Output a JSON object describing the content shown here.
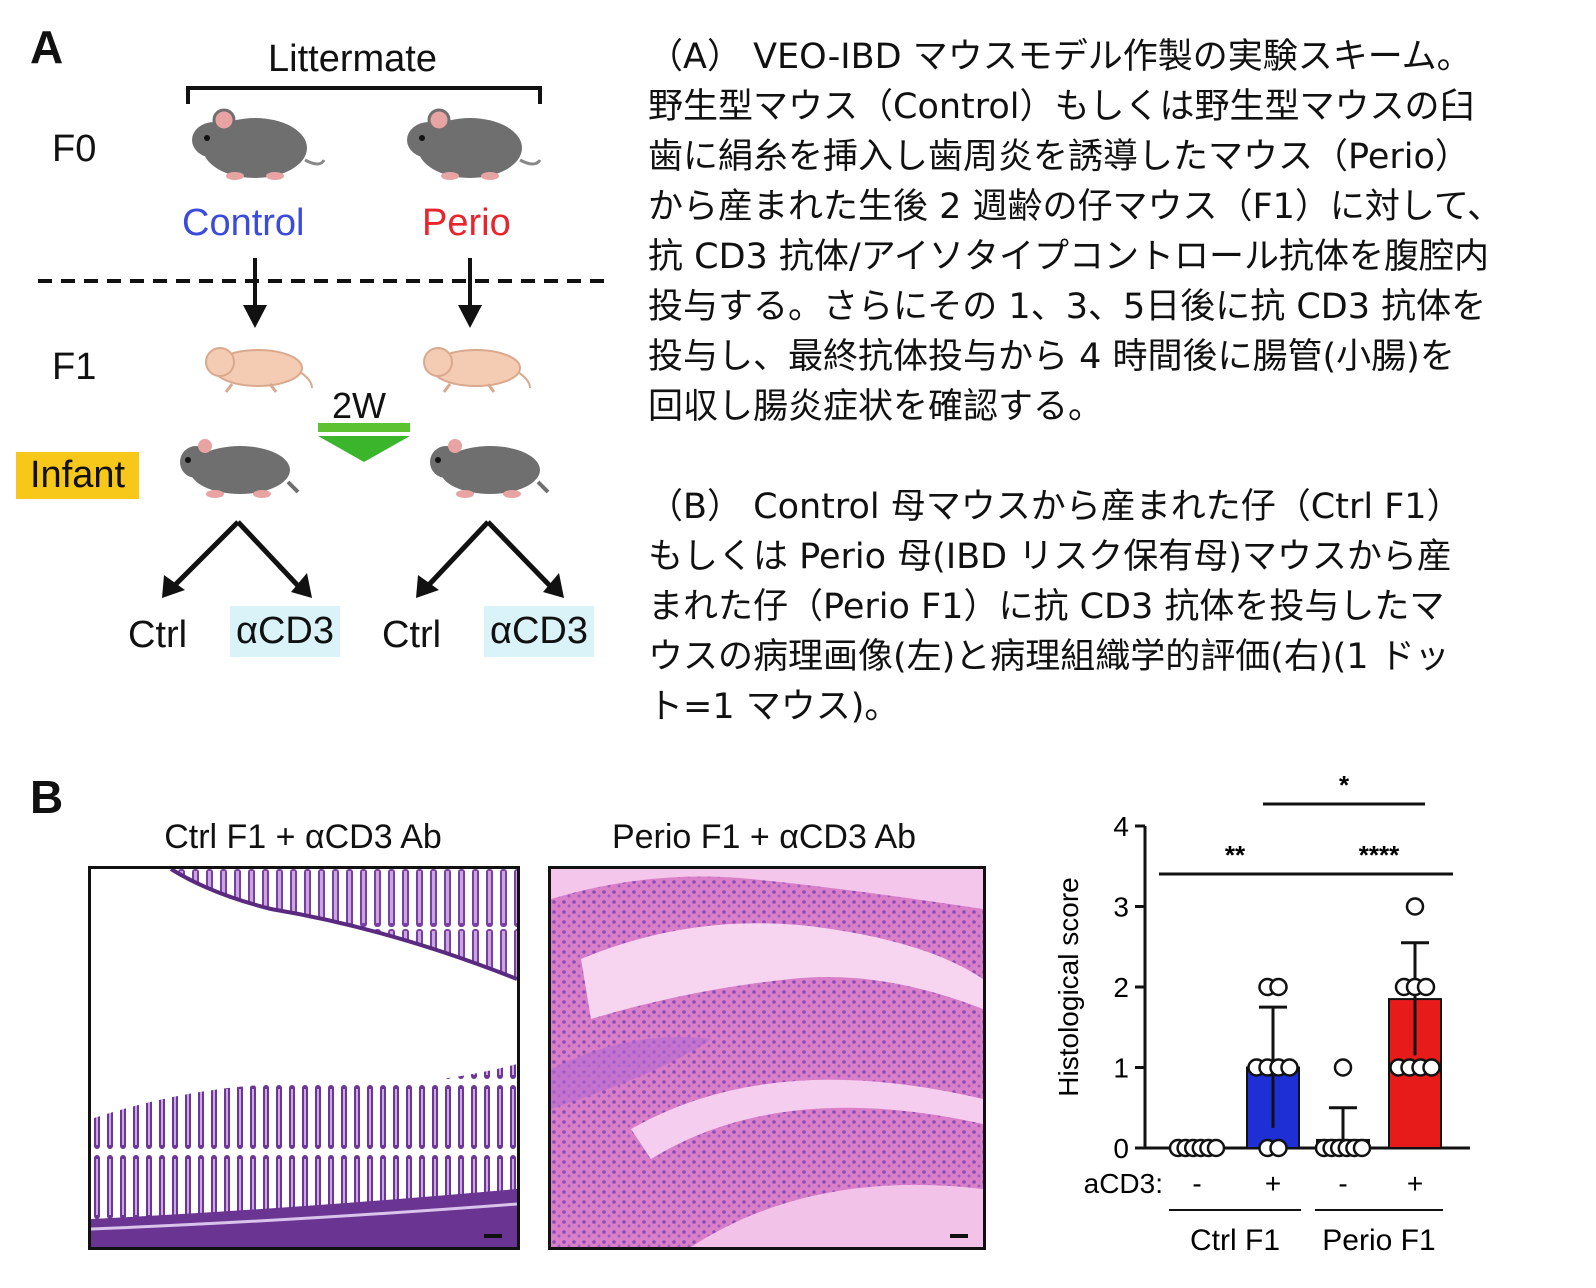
{
  "panelA": {
    "letter": "A",
    "littermate": "Littermate",
    "f0": "F0",
    "f1": "F1",
    "control": "Control",
    "perio": "Perio",
    "two_w": "2W",
    "infant": "Infant",
    "groups": [
      "Ctrl",
      "αCD3",
      "Ctrl",
      "αCD3"
    ]
  },
  "caption": {
    "a_lines": [
      "（A）  VEO-IBD マウスモデル作製の実験スキーム。",
      "野生型マウス（Control）もしくは野生型マウスの臼",
      "歯に絹糸を挿入し歯周炎を誘導したマウス（Perio）",
      "から産まれた生後 2 週齢の仔マウス（F1）に対して、",
      "抗 CD3 抗体/アイソタイプコントロール抗体を腹腔内",
      "投与する。さらにその  1、3、5日後に抗 CD3 抗体を",
      "投与し、最終抗体投与から  4 時間後に腸管(小腸)を",
      "回収し腸炎症状を確認する。"
    ],
    "b_lines": [
      "（B）  Control  母マウスから産まれた仔（Ctrl F1）",
      "もしくは  Perio  母(IBD リスク保有母)マウスから産",
      "まれた仔（Perio F1）に抗 CD3 抗体を投与したマ",
      "ウスの病理画像(左)と病理組織学的評価(右)(1 ドッ",
      "ト=1 マウス)。"
    ]
  },
  "panelB": {
    "letter": "B",
    "img1_title": "Ctrl F1 + αCD3 Ab",
    "img2_title": "Perio F1 + αCD3 Ab"
  },
  "chart_data": {
    "type": "bar",
    "ylabel": "Histological score",
    "ylim": [
      0,
      4
    ],
    "yticks": [
      "0",
      "1",
      "2",
      "3",
      "4"
    ],
    "treatment_label": "aCD3:",
    "treatment_signs": [
      "-",
      "+",
      "-",
      "+"
    ],
    "group_labels": [
      "Ctrl F1",
      "Perio F1"
    ],
    "bars": [
      {
        "mean": 0.0,
        "sd": 0.0,
        "color": "#ffffff",
        "points": [
          0,
          0,
          0,
          0,
          0,
          0
        ]
      },
      {
        "mean": 1.0,
        "sd": 0.75,
        "color": "#1e2fd6",
        "points": [
          2,
          2,
          1,
          1,
          1,
          1,
          0,
          0
        ]
      },
      {
        "mean": 0.1,
        "sd": 0.4,
        "color": "#ffffff",
        "points": [
          1,
          0,
          0,
          0,
          0,
          0,
          0
        ]
      },
      {
        "mean": 1.85,
        "sd": 0.7,
        "color": "#e81b1b",
        "points": [
          3,
          2,
          2,
          2,
          1,
          1,
          1,
          1
        ]
      }
    ],
    "significance": [
      {
        "from": 0,
        "to": 1,
        "label": "**"
      },
      {
        "from": 2,
        "to": 3,
        "label": "****"
      },
      {
        "from": 1,
        "to": 3,
        "label": "*"
      }
    ]
  }
}
